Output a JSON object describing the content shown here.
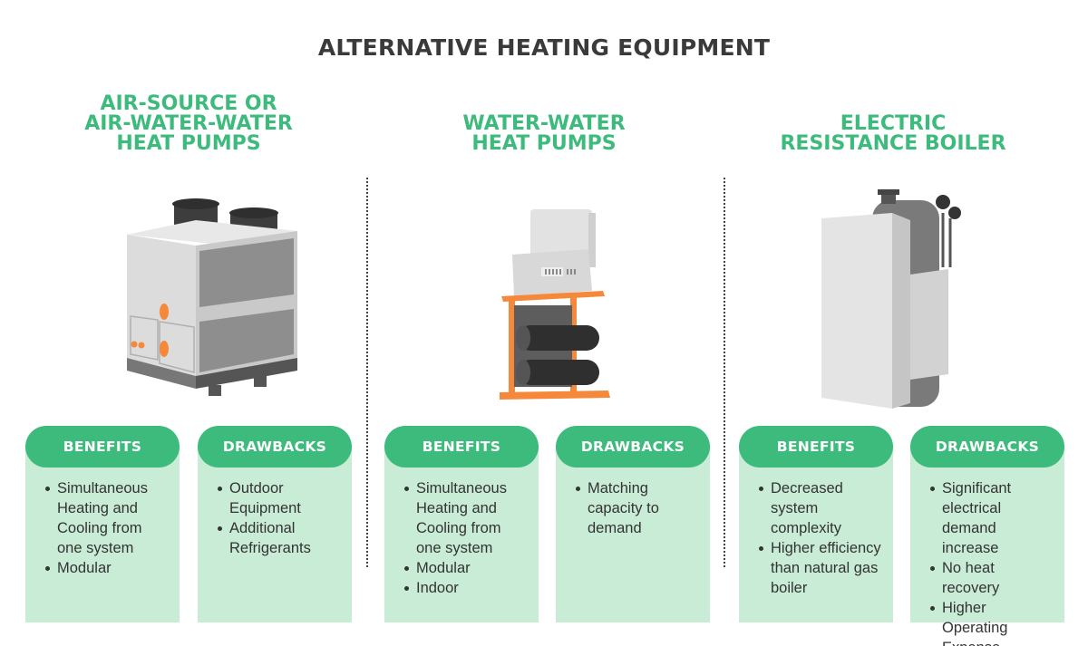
{
  "title": "ALTERNATIVE HEATING EQUIPMENT",
  "columns": [
    {
      "title_lines": [
        "AIR-SOURCE OR",
        "AIR-WATER-WATER",
        "HEAT PUMPS"
      ],
      "benefits_label": "BENEFITS",
      "drawbacks_label": "DRAWBACKS",
      "benefits": [
        "Simultaneous Heating and Cooling from one system",
        "Modular"
      ],
      "drawbacks": [
        "Outdoor Equipment",
        "Additional Refrigerants"
      ]
    },
    {
      "title_lines": [
        "WATER-WATER",
        "HEAT PUMPS"
      ],
      "benefits_label": "BENEFITS",
      "drawbacks_label": "DRAWBACKS",
      "benefits": [
        "Simultaneous Heating and Cooling from one system",
        "Modular",
        "Indoor"
      ],
      "drawbacks": [
        "Matching capacity to demand"
      ]
    },
    {
      "title_lines": [
        "ELECTRIC",
        "RESISTANCE BOILER"
      ],
      "benefits_label": "BENEFITS",
      "drawbacks_label": "DRAWBACKS",
      "benefits": [
        "Decreased system complexity",
        "Higher efficiency than natural gas boiler"
      ],
      "drawbacks": [
        "Significant electrical demand increase",
        "No heat recovery",
        "Higher Operating Expense"
      ]
    }
  ],
  "icons": [
    "air-source-heat-pump-icon",
    "water-water-heat-pump-icon",
    "electric-boiler-icon"
  ],
  "colors": {
    "accent_green": "#3dbb7c",
    "card_green": "#c9ecd6",
    "title_dark": "#3a3a3a",
    "equipment_orange": "#f5883a"
  }
}
